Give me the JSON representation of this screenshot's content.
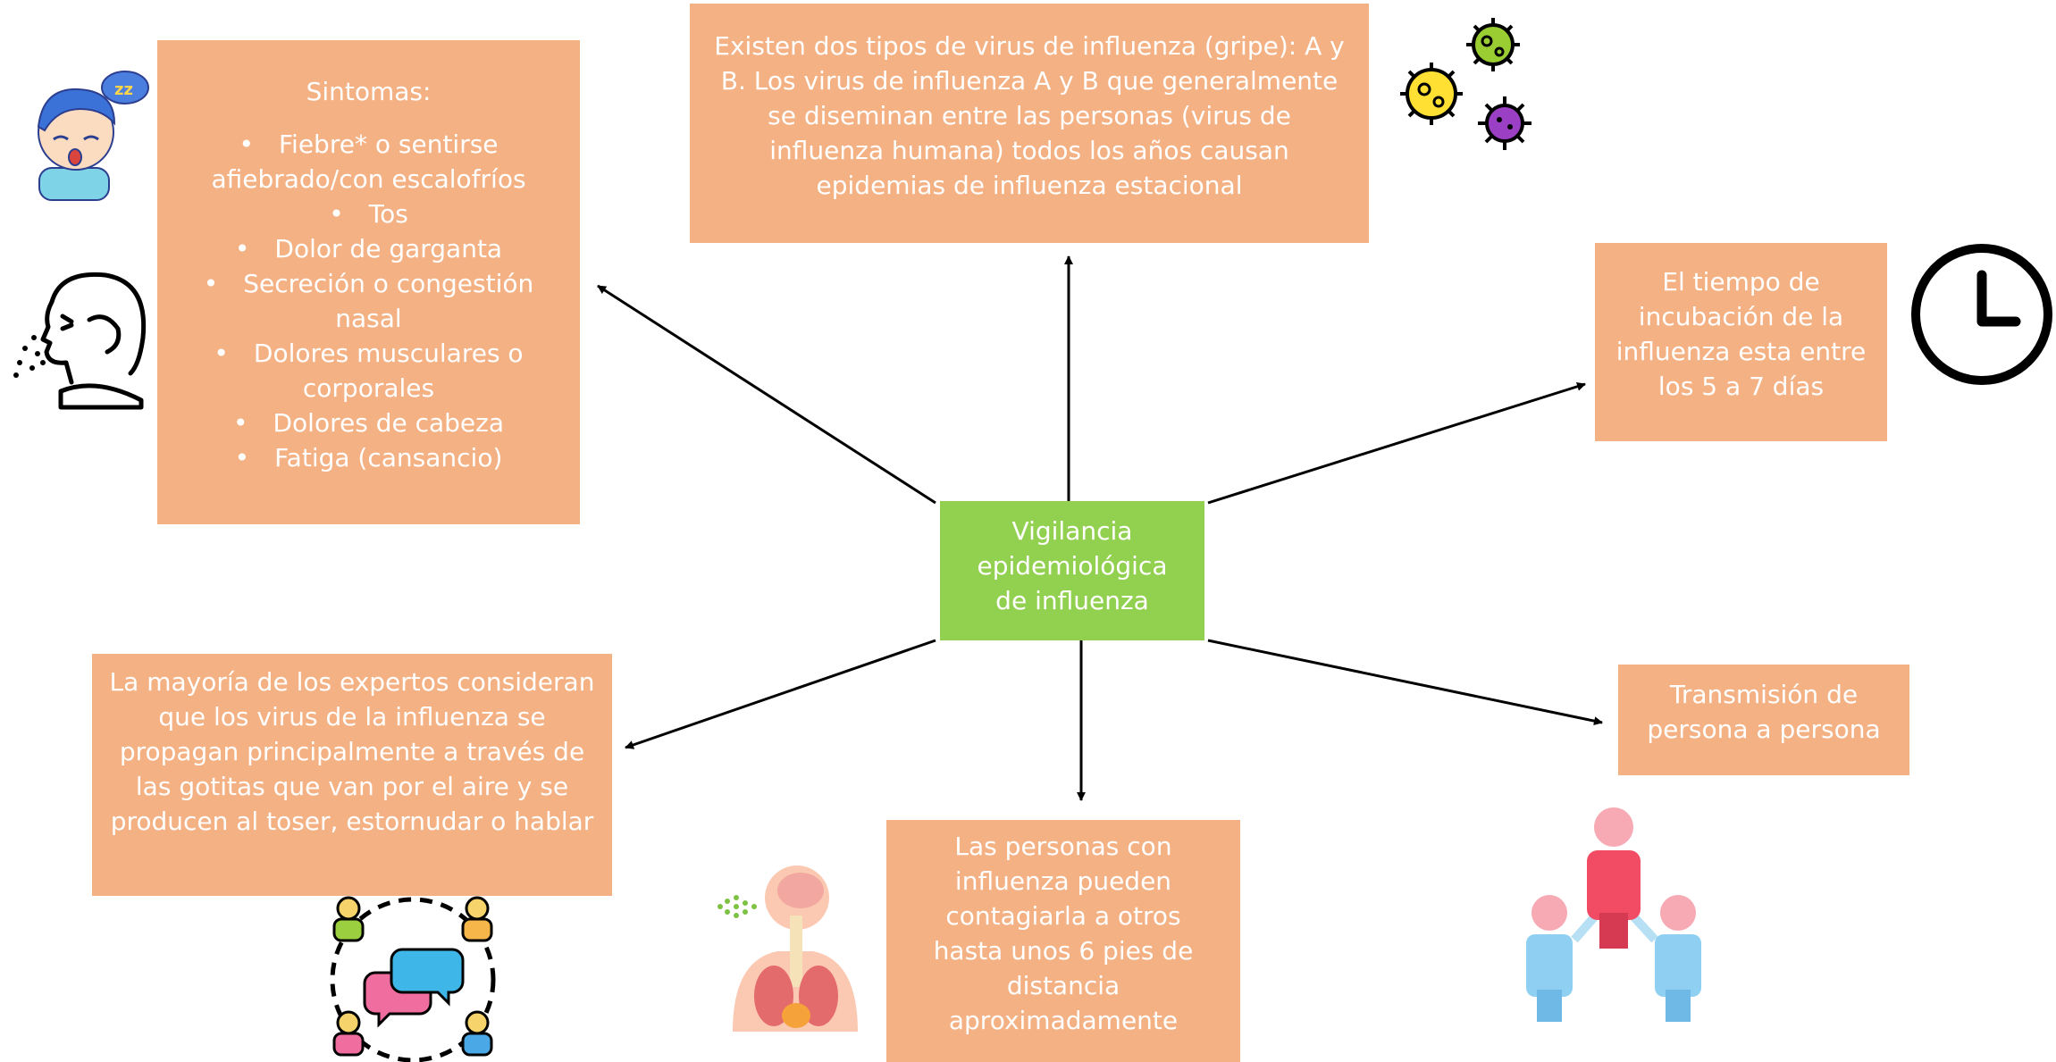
{
  "center": {
    "label": "Vigilancia epidemiológica de influenza"
  },
  "symptoms": {
    "title": "Sintomas:",
    "items": [
      "Fiebre* o sentirse afiebrado/con escalofríos",
      "Tos",
      "Dolor de garganta",
      "Secreción o congestión nasal",
      "Dolores musculares o corporales",
      "Dolores de cabeza",
      "Fatiga (cansancio)"
    ]
  },
  "virus_types": {
    "text": "Existen dos tipos de virus de influenza (gripe): A y B. Los virus de influenza A y B que generalmente se diseminan entre las personas (virus de influenza humana) todos los años causan epidemias de influenza estacional"
  },
  "incubation": {
    "text": "El tiempo de incubación de la influenza esta entre los 5 a 7 días"
  },
  "transmission": {
    "text": "Transmisión de persona a persona"
  },
  "distance": {
    "text": "Las personas con influenza pueden contagiarla a otros hasta unos 6 pies de distancia aproximadamente"
  },
  "droplets": {
    "text": "La mayoría de los expertos consideran que los virus de la influenza se propagan principalmente a través de las gotitas que van por el aire y se producen al toser, estornudar o hablar"
  },
  "colors": {
    "box": "#F4B183",
    "center": "#92D050",
    "arrow": "#000000"
  }
}
